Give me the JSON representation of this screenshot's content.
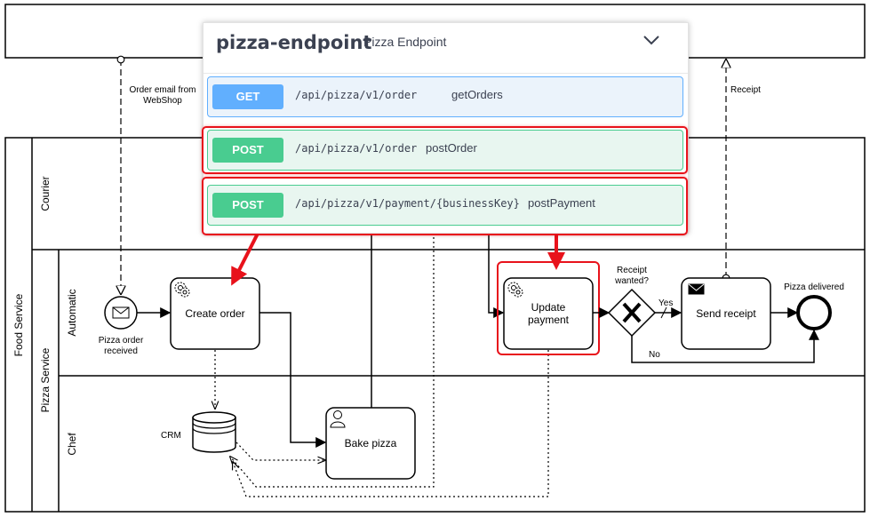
{
  "pool": {
    "label": "Food Service"
  },
  "lanes": {
    "courier": "Courier",
    "pizza_service": "Pizza Service",
    "automatic": "Automatic",
    "chef": "Chef"
  },
  "message_flows": {
    "order_email_line1": "Order email from",
    "order_email_line2": "WebShop",
    "receipt": "Receipt"
  },
  "events": {
    "start_line1": "Pizza order",
    "start_line2": "received",
    "end": "Pizza delivered"
  },
  "tasks": {
    "create_order": "Create order",
    "update_payment_line1": "Update",
    "update_payment_line2": "payment",
    "send_receipt": "Send receipt",
    "bake_pizza": "Bake pizza"
  },
  "gateway": {
    "question_line1": "Receipt",
    "question_line2": "wanted?",
    "yes": "Yes",
    "no": "No"
  },
  "data_store": {
    "label": "CRM"
  },
  "api": {
    "title": "pizza-endpoint",
    "subtitle": "Pizza Endpoint",
    "operations": [
      {
        "method": "GET",
        "path": "/api/pizza/v1/order",
        "summary": "getOrders"
      },
      {
        "method": "POST",
        "path": "/api/pizza/v1/order",
        "summary": "postOrder"
      },
      {
        "method": "POST",
        "path": "/api/pizza/v1/payment/{businessKey}",
        "summary": "postPayment"
      }
    ]
  },
  "colors": {
    "highlight": "#e8121b",
    "get": "#61affe",
    "post": "#49cc90"
  },
  "icons": {
    "message": "envelope-icon",
    "service": "gear-icon",
    "user": "user-icon",
    "exclusive": "x-icon",
    "collapse": "chevron-down-icon"
  }
}
